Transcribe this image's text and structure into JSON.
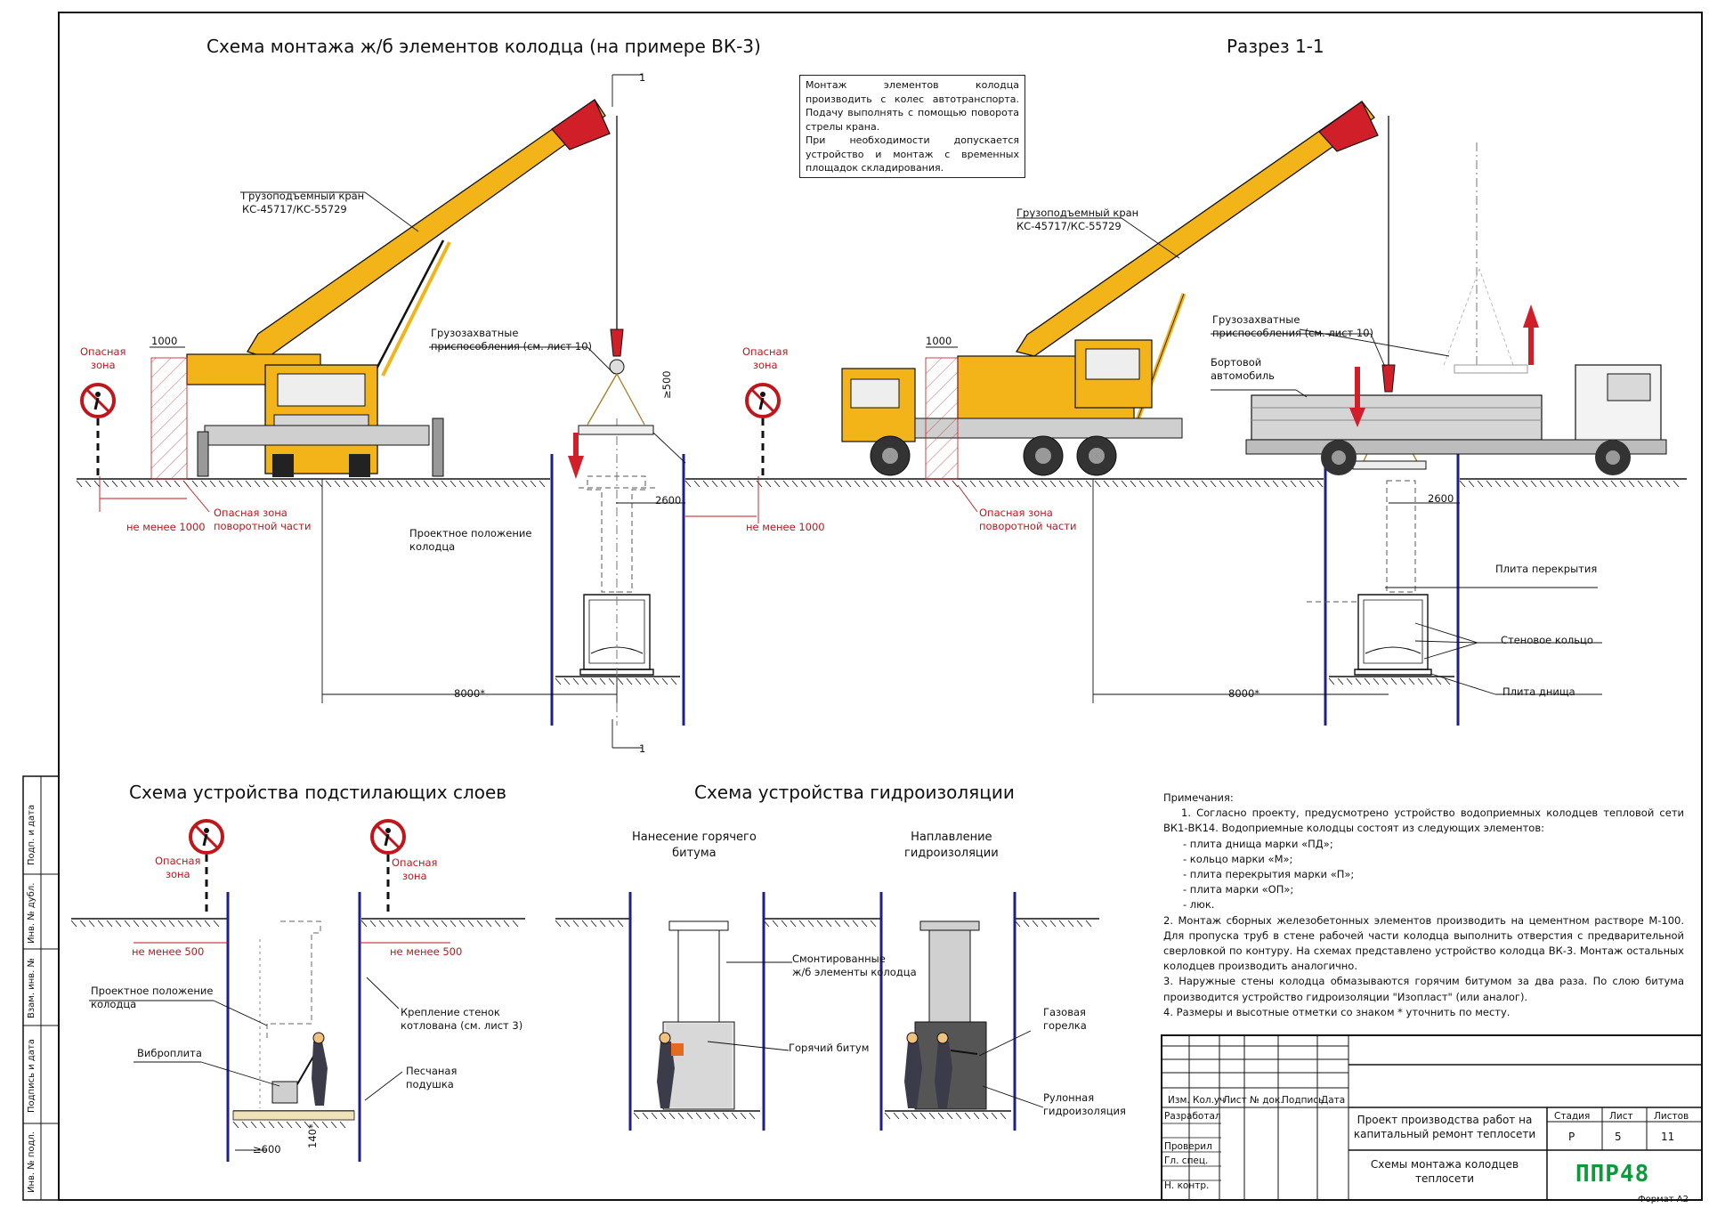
{
  "titles": {
    "main": "Схема монтажа ж/б элементов колодца (на примере ВК-3)",
    "section": "Разрез 1-1",
    "layers": "Схема устройства подстилающих слоев",
    "waterproof": "Схема устройства гидроизоляции"
  },
  "note_box": [
    "Монтаж элементов колодца производить с колес автотранспорта. Подачу выполнять с помощью поворота стрелы крана.",
    "При необходимости допускается устройство и монтаж с временных площадок складирования."
  ],
  "labels": {
    "crane1": [
      "Грузоподъемный кран",
      "КС-45717/КС-55729"
    ],
    "crane2": [
      "Грузоподъемный кран",
      "КС-45717/КС-55729"
    ],
    "rigging1": [
      "Грузозахватные",
      "приспособления (см. лист 10)"
    ],
    "rigging2": [
      "Грузозахватные",
      "приспособления (см. лист 10)"
    ],
    "danger": [
      "Опасная",
      "зона"
    ],
    "swing_zone": [
      "Опасная зона",
      "поворотной части"
    ],
    "min1000": "не менее 1000",
    "min500": "не менее 500",
    "dim1000": "1000",
    "dim2600": "2600",
    "dim8000": "8000*",
    "dim500": "≥500",
    "dim600": "≥600",
    "dim140": "140*",
    "section_mark": "1",
    "design_pos": [
      "Проектное положение",
      "колодца"
    ],
    "truck": [
      "Бортовой",
      "автомобиль"
    ],
    "slab_top": "Плита перекрытия",
    "ring": "Стеновое кольцо",
    "slab_bottom": "Плита днища",
    "vibro": "Виброплита",
    "shoring": [
      "Крепление стенок",
      "котлована (см. лист 3)"
    ],
    "sand": [
      "Песчаная",
      "подушка"
    ],
    "hot_bitumen_title": [
      "Нанесение горячего",
      "битума"
    ],
    "fusing_title": [
      "Наплавление",
      "гидроизоляции"
    ],
    "mounted": [
      "Смонтированные",
      "ж/б элементы колодца"
    ],
    "hot_bitumen": "Горячий битум",
    "gas_burner": [
      "Газовая",
      "горелка"
    ],
    "roll": [
      "Рулонная",
      "гидроизоляция"
    ]
  },
  "notes": {
    "title": "Примечания:",
    "lines": [
      "1. Согласно проекту, предусмотрено устройство водоприемных колодцев тепловой сети ВК1-ВК14. Водоприемные колодцы состоят из следующих элементов:",
      "- плита днища марки «ПД»;",
      "- кольцо марки «М»;",
      "- плита перекрытия марки «П»;",
      "- плита марки «ОП»;",
      "- люк.",
      "2. Монтаж сборных железобетонных элементов производить на цементном растворе М-100. Для пропуска труб в стене рабочей части колодца выполнить отверстия с предварительной сверловкой по контуру. На схемах представлено устройство колодца ВК-3. Монтаж остальных колодцев производить аналогично.",
      "3. Наружные стены колодца обмазываются горячим битумом за два раза. По слою битума производится устройство гидроизоляции \"Изопласт\" (или аналог).",
      "4. Размеры и высотные отметки со знаком * уточнить по месту."
    ]
  },
  "title_block": {
    "cols": [
      "Изм.",
      "Кол.уч",
      "Лист",
      "№ док.",
      "Подпись",
      "Дата"
    ],
    "rows": [
      "Разработал",
      "Проверил",
      "Гл. спец.",
      "Н. контр."
    ],
    "project": "Проект производства работ на капитальный ремонт теплосети",
    "sheet_title": "Схемы монтажа колодцев теплосети",
    "stage_h": "Стадия",
    "sheet_h": "Лист",
    "sheets_h": "Листов",
    "stage": "Р",
    "sheet": "5",
    "sheets": "11",
    "logo": "ППР48",
    "format": "Формат А2"
  },
  "side_stamp": [
    "Инв. № подл.",
    "Подпись и дата",
    "Взам. инв. №",
    "Инв. № дубл.",
    "Подп. и дата"
  ]
}
